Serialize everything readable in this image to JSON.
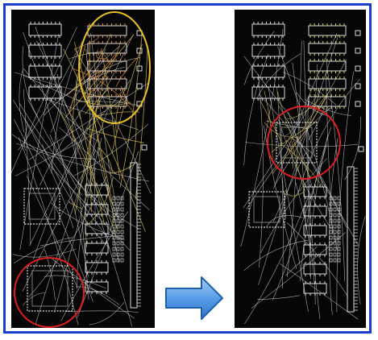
{
  "figure": {
    "panels": [
      {
        "id": "before",
        "state": "before",
        "highlights": [
          "yellow-ellipse",
          "red-circle"
        ]
      },
      {
        "id": "after",
        "state": "after",
        "highlights": [
          "red-circle"
        ]
      }
    ],
    "transition_icon": "right-arrow-icon"
  },
  "colors": {
    "frame_border": "#1a3fd0",
    "board_background": "#060606",
    "component_outline": "#d8d8d8",
    "trace_white": "#cfcfcf",
    "trace_yellow": "#d8c050",
    "trace_orange": "#e09040",
    "highlight_yellow": "#e8c020",
    "highlight_red": "#e02020",
    "arrow_fill": "#5a9ee8",
    "arrow_stroke": "#1c5fb0"
  }
}
